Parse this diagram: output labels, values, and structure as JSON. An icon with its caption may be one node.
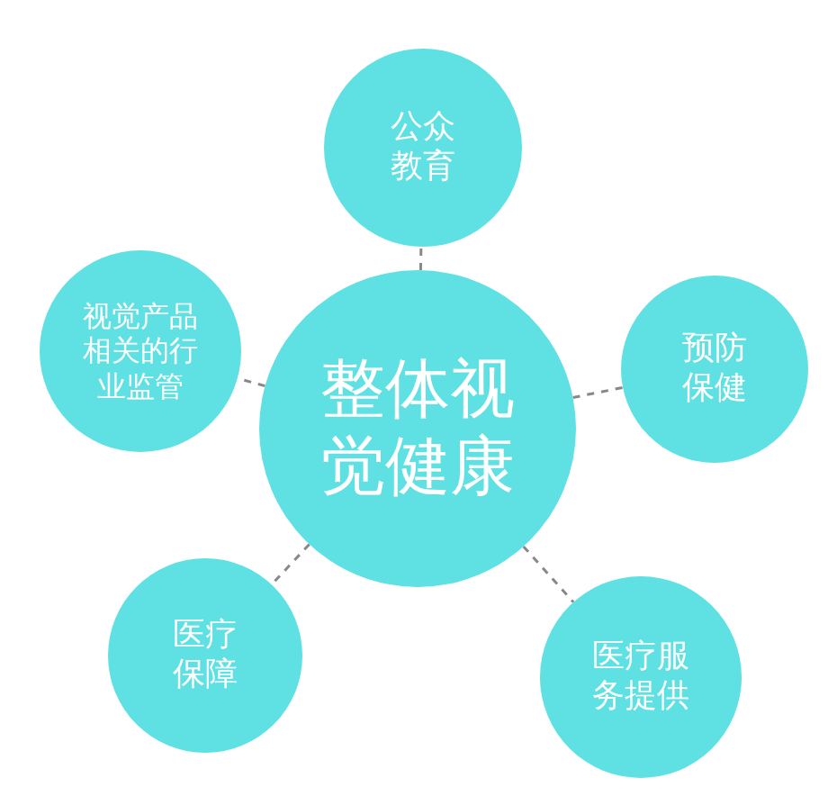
{
  "diagram": {
    "nodes": [
      {
        "text": [
          "整体视觉健康"
        ]
      },
      {
        "text": [
          "公众教育"
        ]
      },
      {
        "text": [
          "视觉产品相关的行业监管"
        ]
      },
      {
        "text": [
          "预防保健"
        ]
      },
      {
        "text": [
          "医疗保障"
        ]
      },
      {
        "text": [
          "医疗服务提供"
        ]
      }
    ],
    "edges": [
      {
        "from": 0,
        "to": 1,
        "arrow": "none",
        "style": "dashed"
      },
      {
        "from": 0,
        "to": 2,
        "arrow": "none",
        "style": "dashed"
      },
      {
        "from": 0,
        "to": 3,
        "arrow": "none",
        "style": "dashed"
      },
      {
        "from": 0,
        "to": 4,
        "arrow": "none",
        "style": "dashed"
      },
      {
        "from": 0,
        "to": 5,
        "arrow": "none",
        "style": "dashed"
      }
    ]
  }
}
